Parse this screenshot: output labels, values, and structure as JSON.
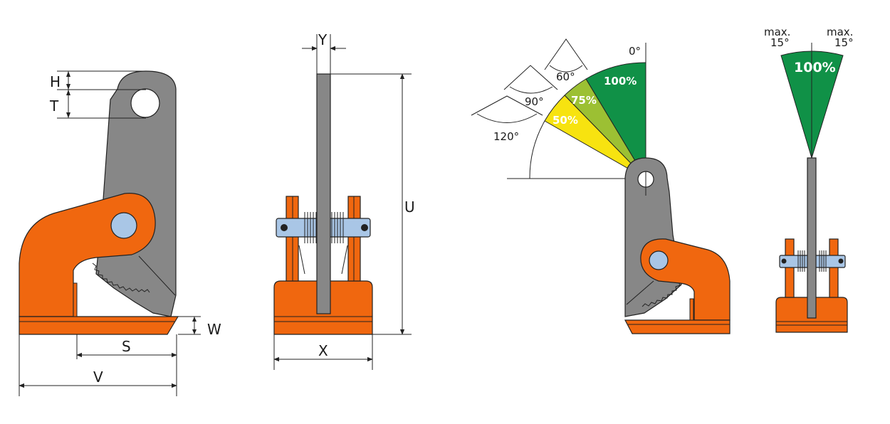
{
  "colors": {
    "orange": "#f0670f",
    "orange_dark": "#c9520a",
    "steel": "#878787",
    "steel_dark": "#6c6c6c",
    "pin": "#a9c6e6",
    "green": "#109147",
    "lime": "#9cc033",
    "yellow": "#f7e310"
  },
  "dimensions": {
    "H": "H",
    "T": "T",
    "W": "W",
    "S": "S",
    "V": "V",
    "Y": "Y",
    "U": "U",
    "X": "X"
  },
  "angles": {
    "a0": "0°",
    "a60": "60°",
    "a90": "90°",
    "a120": "120°"
  },
  "capacities": {
    "p100": "100%",
    "p75": "75%",
    "p50": "50%",
    "side": "100%"
  },
  "side_limits": {
    "left_max": "max.",
    "left_deg": "15°",
    "right_max": "max.",
    "right_deg": "15°"
  }
}
